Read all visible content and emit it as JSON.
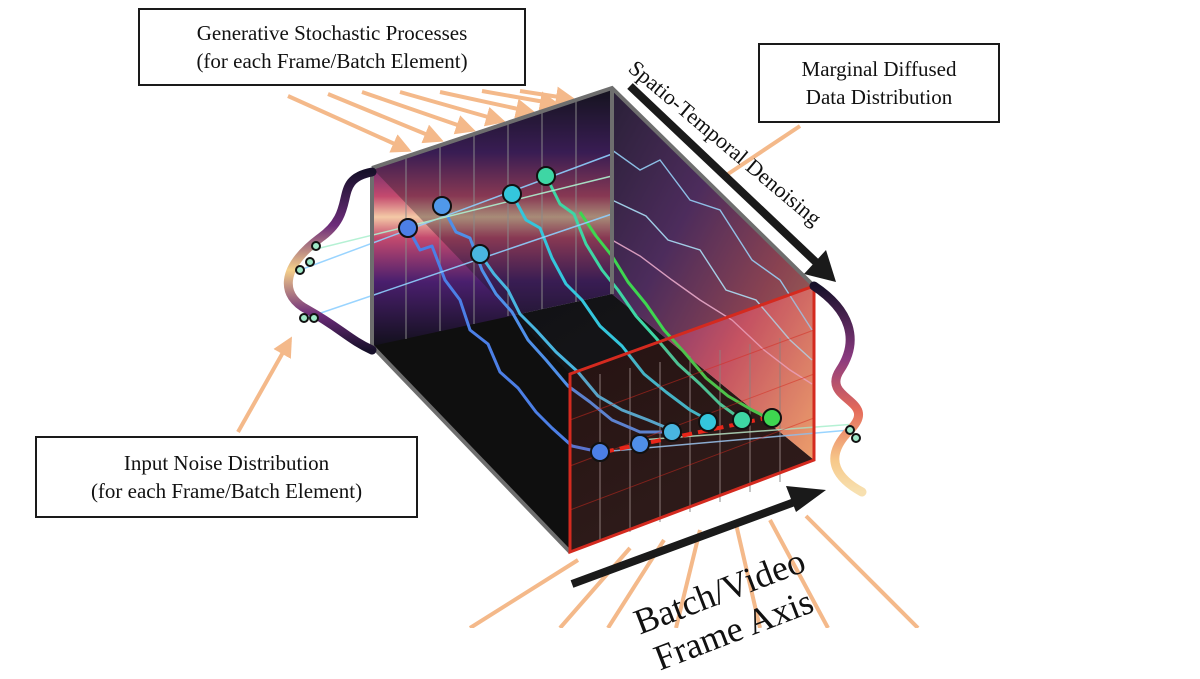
{
  "labels": {
    "generative_line1": "Generative Stochastic Processes",
    "generative_line2": "(for each Frame/Batch Element)",
    "marginal_line1": "Marginal Diffused",
    "marginal_line2": "Data Distribution",
    "input_line1": "Input Noise Distribution",
    "input_line2": "(for each Frame/Batch Element)",
    "spatio_temporal": "Spatio-Temporal Denoising",
    "batch_line1": "Batch/Video",
    "batch_line2": "Frame Axis"
  },
  "colors": {
    "pointer_arrows": "#f4b98a",
    "front_frame": "#d42a1f",
    "cube_edge": "#6e6e6e",
    "path_blue": "#4c7fe6",
    "path_cyan": "#34c6dc",
    "path_green": "#3ed650",
    "arrow_dark": "#1a1a1a"
  },
  "icons": [
    "orange-pointer-arrow",
    "black-axis-arrow"
  ]
}
